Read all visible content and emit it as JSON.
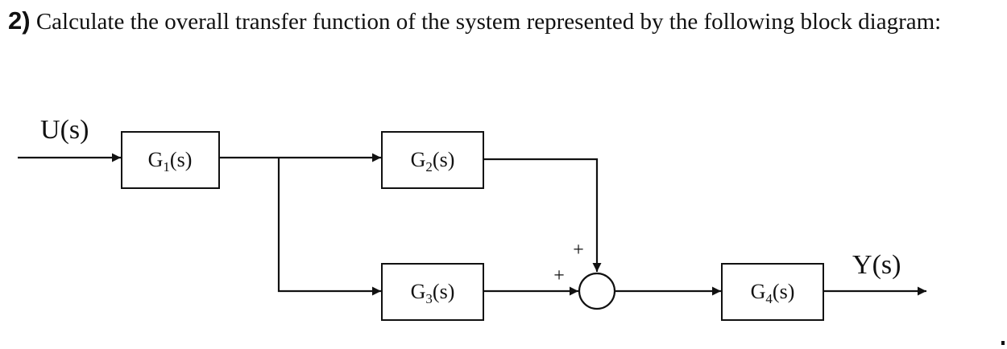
{
  "question": {
    "number": "2)",
    "text": "Calculate the overall transfer function of the system represented by the following block diagram:"
  },
  "diagram": {
    "input_label": {
      "main": "U",
      "arg": "s"
    },
    "output_label": {
      "main": "Y",
      "arg": "s"
    },
    "blocks": [
      {
        "name": "G1",
        "main": "G",
        "sub": "1",
        "arg": "s"
      },
      {
        "name": "G2",
        "main": "G",
        "sub": "2",
        "arg": "s"
      },
      {
        "name": "G3",
        "main": "G",
        "sub": "3",
        "arg": "s"
      },
      {
        "name": "G4",
        "main": "G",
        "sub": "4",
        "arg": "s"
      }
    ],
    "summing_junction": {
      "sign_top": "+",
      "sign_left": "+"
    }
  }
}
